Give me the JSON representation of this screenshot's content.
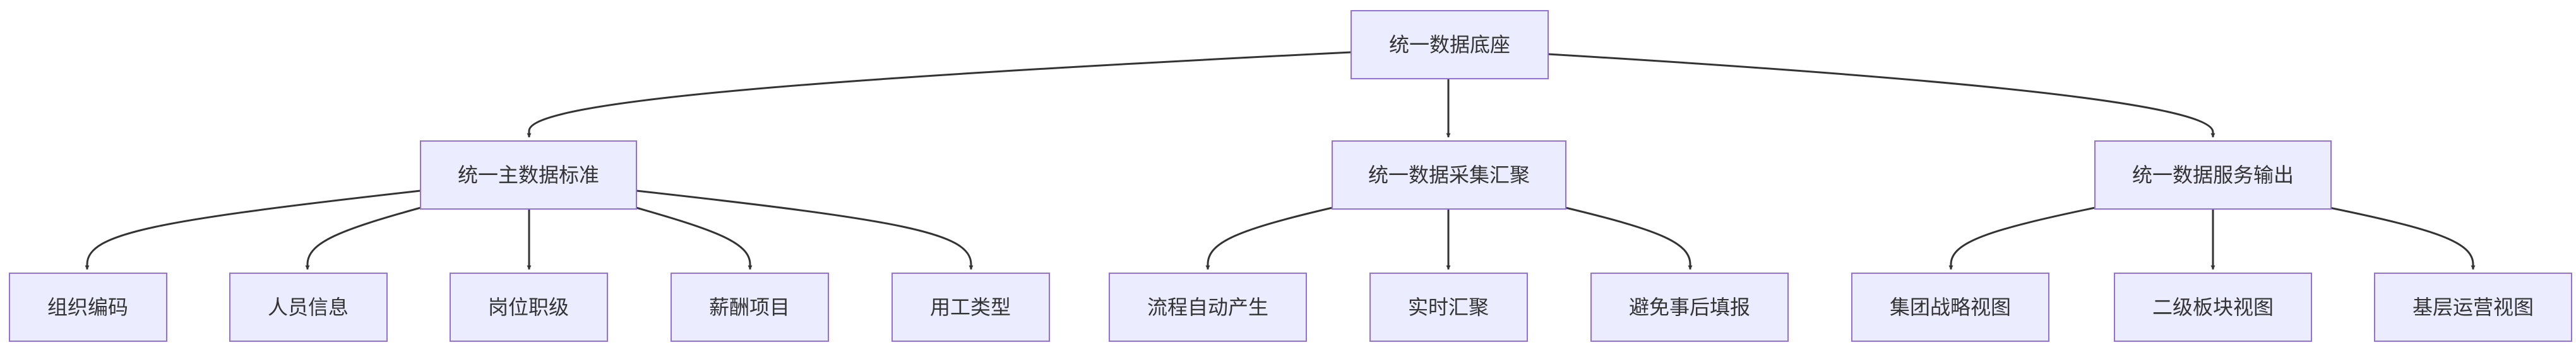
{
  "diagram": {
    "type": "flowchart-tree",
    "colors": {
      "node_fill": "#ececff",
      "node_border": "#9370db",
      "edge": "#333333",
      "text": "#333333"
    },
    "nodes": {
      "root": {
        "label": "统一数据底座"
      },
      "standard": {
        "label": "统一主数据标准"
      },
      "collect": {
        "label": "统一数据采集汇聚"
      },
      "service": {
        "label": "统一数据服务输出"
      },
      "org_code": {
        "label": "组织编码"
      },
      "personnel": {
        "label": "人员信息"
      },
      "position": {
        "label": "岗位职级"
      },
      "salary": {
        "label": "薪酬项目"
      },
      "employment": {
        "label": "用工类型"
      },
      "flow_auto": {
        "label": "流程自动产生"
      },
      "realtime": {
        "label": "实时汇聚"
      },
      "avoid_fill": {
        "label": "避免事后填报"
      },
      "group_view": {
        "label": "集团战略视图"
      },
      "level2_view": {
        "label": "二级板块视图"
      },
      "base_view": {
        "label": "基层运营视图"
      }
    },
    "edges": [
      {
        "from": "root",
        "to": "standard"
      },
      {
        "from": "root",
        "to": "collect"
      },
      {
        "from": "root",
        "to": "service"
      },
      {
        "from": "standard",
        "to": "org_code"
      },
      {
        "from": "standard",
        "to": "personnel"
      },
      {
        "from": "standard",
        "to": "position"
      },
      {
        "from": "standard",
        "to": "salary"
      },
      {
        "from": "standard",
        "to": "employment"
      },
      {
        "from": "collect",
        "to": "flow_auto"
      },
      {
        "from": "collect",
        "to": "realtime"
      },
      {
        "from": "collect",
        "to": "avoid_fill"
      },
      {
        "from": "service",
        "to": "group_view"
      },
      {
        "from": "service",
        "to": "level2_view"
      },
      {
        "from": "service",
        "to": "base_view"
      }
    ]
  }
}
